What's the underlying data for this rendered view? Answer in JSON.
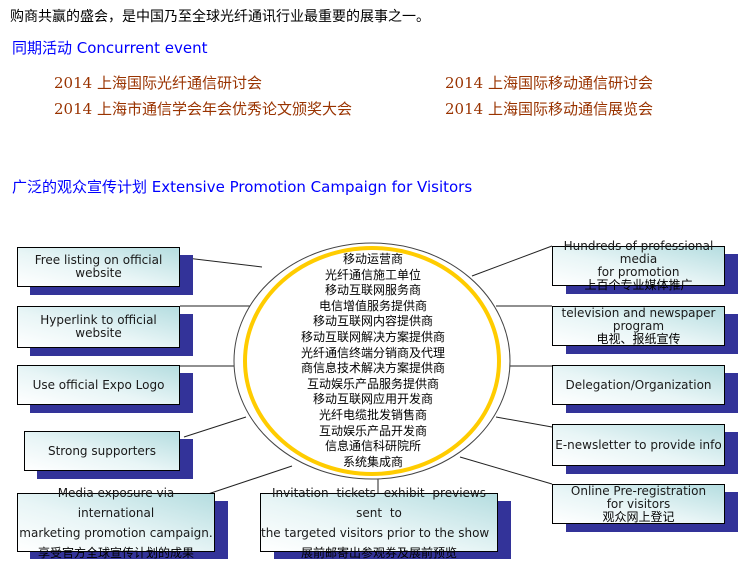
{
  "intro": "购商共赢的盛会，是中国乃至全球光纤通讯行业最重要的展事之一。",
  "concurrent": {
    "title": "同期活动 Concurrent event",
    "events": [
      "2014 上海国际光纤通信研讨会",
      "2014 上海国际移动通信研讨会",
      "2014 上海市通信学会年会优秀论文颁奖大会",
      "2014 上海国际移动通信展览会"
    ]
  },
  "promotion": {
    "title": "广泛的观众宣传计划 Extensive Promotion Campaign for Visitors"
  },
  "circle": [
    "移动运营商",
    "光纤通信施工单位",
    "移动互联网服务商",
    "电信增值服务提供商",
    "移动互联网内容提供商",
    "移动互联网解决方案提供商",
    "光纤通信终端分销商及代理",
    "商信息技术解决方案提供商",
    "互动娱乐产品服务提供商",
    "移动互联网应用开发商",
    "光纤电缆批发销售商",
    "互动娱乐产品开发商",
    "信息通信科研院所",
    "系统集成商"
  ],
  "left": [
    "Free listing on official website",
    "Hyperlink to official website",
    "Use official Expo Logo",
    "Strong supporters"
  ],
  "media": {
    "en1": "Media exposure via international",
    "en2": "marketing promotion campaign.",
    "zh": "享受官方全球宣传计划的成果"
  },
  "invite": {
    "en1": "Invitation tickets exhibit previews sent to",
    "en2": "the targeted visitors prior to the show",
    "zh": "展前邮寄出参观券及展前预览"
  },
  "right": [
    {
      "en1": "Hundreds of professional media",
      "en2": "for promotion",
      "zh": "上百个专业媒体推广"
    },
    {
      "en1": "television and newspaper",
      "en2": "program",
      "zh": "电视、报纸宣传"
    },
    {
      "en1": "Delegation/Organization"
    },
    {
      "en1": "E-newsletter to provide info"
    },
    {
      "en1": "Online Pre-registration",
      "en2": "for visitors",
      "zh": "观众网上登记"
    }
  ]
}
